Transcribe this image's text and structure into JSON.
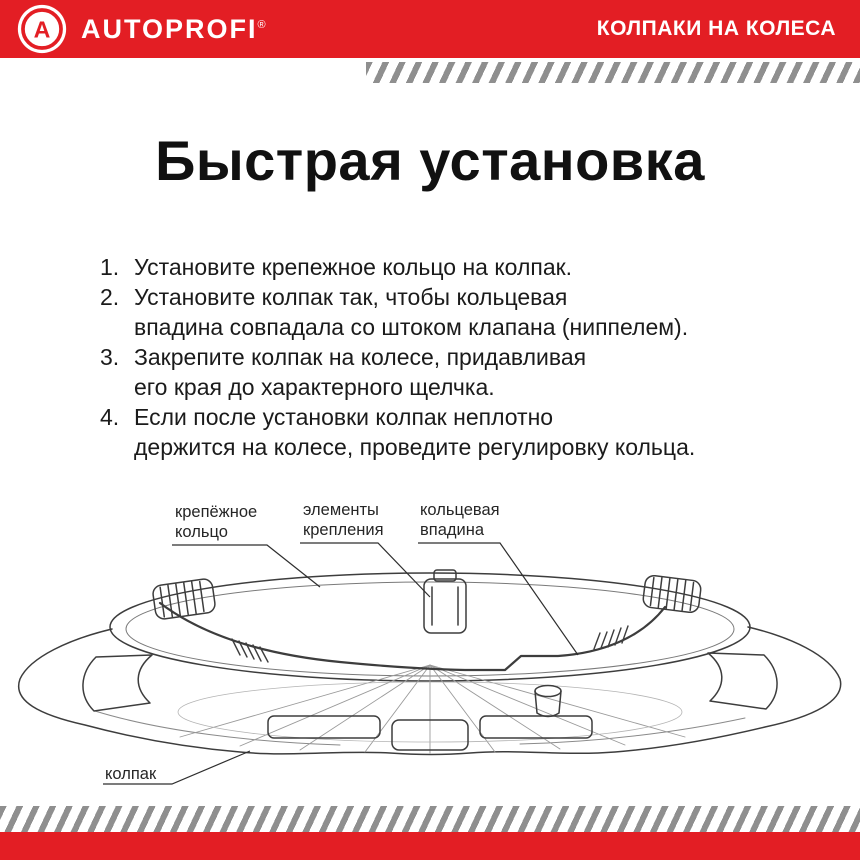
{
  "colors": {
    "brand_red": "#E31E24",
    "stripe_gray": "#8F8F8F",
    "ink": "#1b1b1b",
    "line": "#3d3d3d"
  },
  "header": {
    "logo_letter": "A",
    "brand": "AUTOPROFI",
    "reg": "®",
    "tagline": "КОЛПАКИ НА КОЛЕСА"
  },
  "title": "Быстрая установка",
  "steps": [
    {
      "num": "1.",
      "lines": [
        "Установите крепежное кольцо на колпак."
      ]
    },
    {
      "num": "2.",
      "lines": [
        "Установите колпак так, чтобы кольцевая",
        "впадина совпадала со штоком клапана (ниппелем)."
      ]
    },
    {
      "num": "3.",
      "lines": [
        "Закрепите колпак на колесе, придавливая",
        "его края до характерного щелчка."
      ]
    },
    {
      "num": "4.",
      "lines": [
        "Если после установки колпак неплотно",
        "держится на колесе, проведите регулировку кольца."
      ]
    }
  ],
  "diagram": {
    "labels": {
      "ring": [
        "крепёжное",
        "кольцо"
      ],
      "mounts": [
        "элементы",
        "крепления"
      ],
      "groove": [
        "кольцевая",
        "впадина"
      ],
      "cap": [
        "колпак"
      ]
    }
  }
}
